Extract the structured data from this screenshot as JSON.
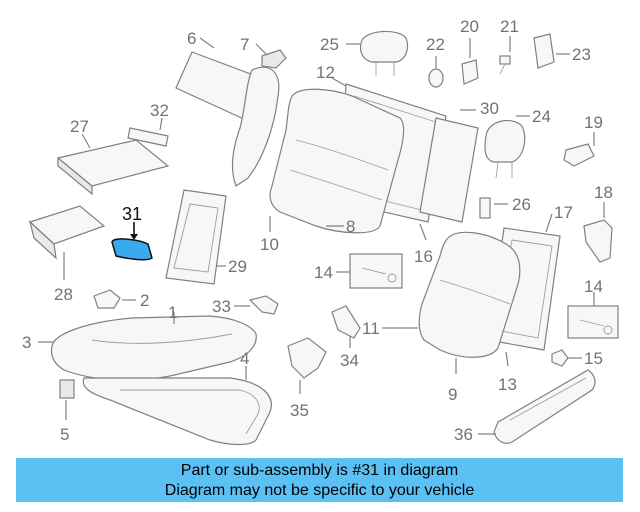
{
  "banner": {
    "line1": "Part or sub-assembly is #31 in diagram",
    "line2": "Diagram may not be specific to your vehicle"
  },
  "highlight_color": "#5bc1f4",
  "highlighted_part": "31",
  "callouts": {
    "c1": "1",
    "c2": "2",
    "c3": "3",
    "c4": "4",
    "c5": "5",
    "c6": "6",
    "c7": "7",
    "c8": "8",
    "c9": "9",
    "c10": "10",
    "c11": "11",
    "c12": "12",
    "c13": "13",
    "c14a": "14",
    "c14b": "14",
    "c15": "15",
    "c16": "16",
    "c17": "17",
    "c18": "18",
    "c19": "19",
    "c20": "20",
    "c21": "21",
    "c22": "22",
    "c23": "23",
    "c24": "24",
    "c25": "25",
    "c26": "26",
    "c27": "27",
    "c28": "28",
    "c29": "29",
    "c30": "30",
    "c31": "31",
    "c32": "32",
    "c33": "33",
    "c34": "34",
    "c35": "35",
    "c36": "36"
  }
}
